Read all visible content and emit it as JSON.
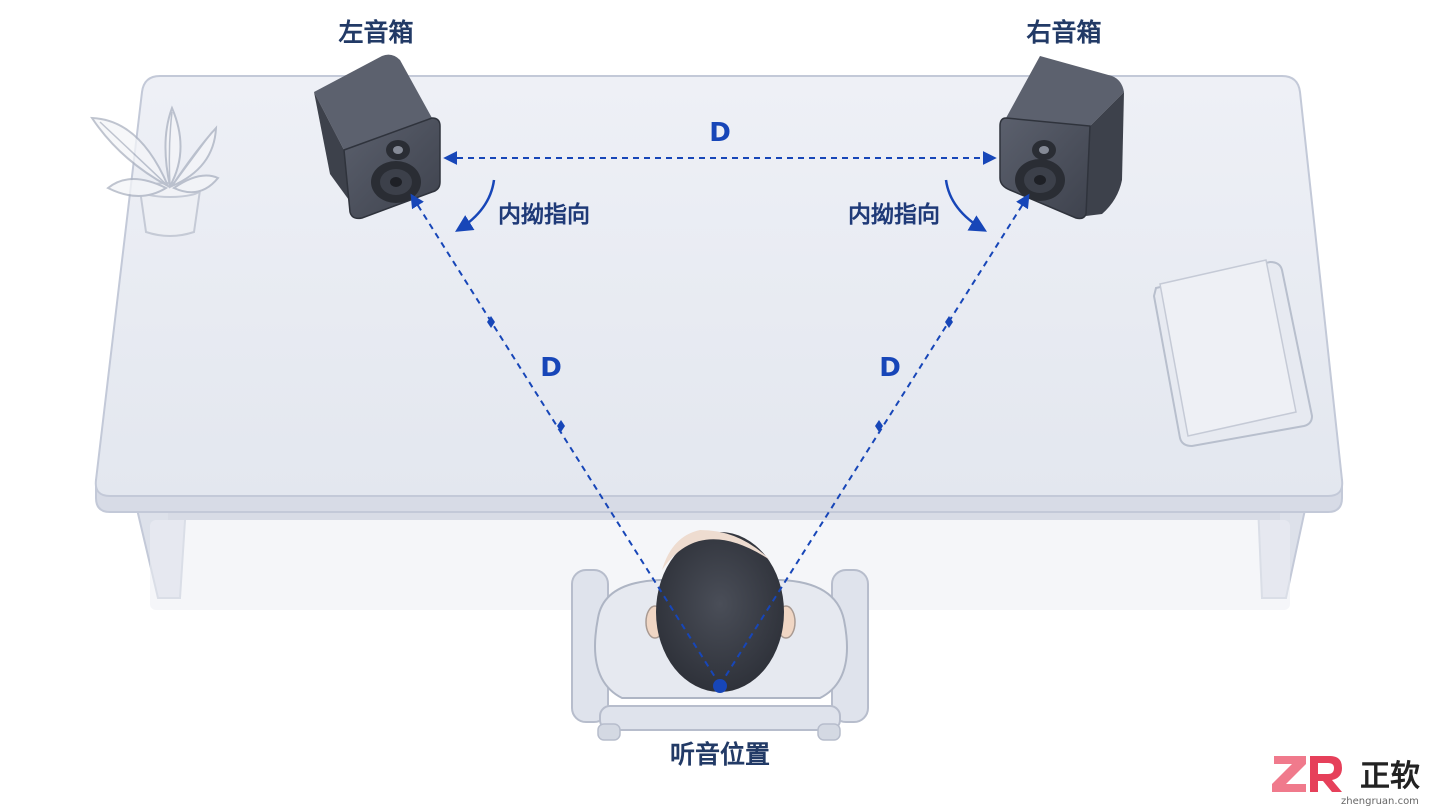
{
  "labels": {
    "left_speaker": "左音箱",
    "right_speaker": "右音箱",
    "listening_position": "听音位置",
    "toe_in_left": "内拗指向",
    "toe_in_right": "内拗指向",
    "distance_top": "D",
    "distance_left": "D",
    "distance_right": "D"
  },
  "brand": {
    "logo_mark": "ZR",
    "name": "正软",
    "url": "zhengruan.com"
  },
  "colors": {
    "accent": "#1746b8",
    "label_dark": "#223a66",
    "desk_fill": "#e8ebf3",
    "desk_edge": "#c3c9d8",
    "speaker_body": "#4a4f5c",
    "logo_red": "#e6405a",
    "logo_pink": "#f07a8c"
  },
  "icons": {
    "plant": "plant-icon",
    "notebook": "notebook-icon",
    "chair": "chair-icon",
    "person": "person-icon",
    "speaker": "speaker-icon",
    "arrow": "curved-arrow-icon"
  }
}
